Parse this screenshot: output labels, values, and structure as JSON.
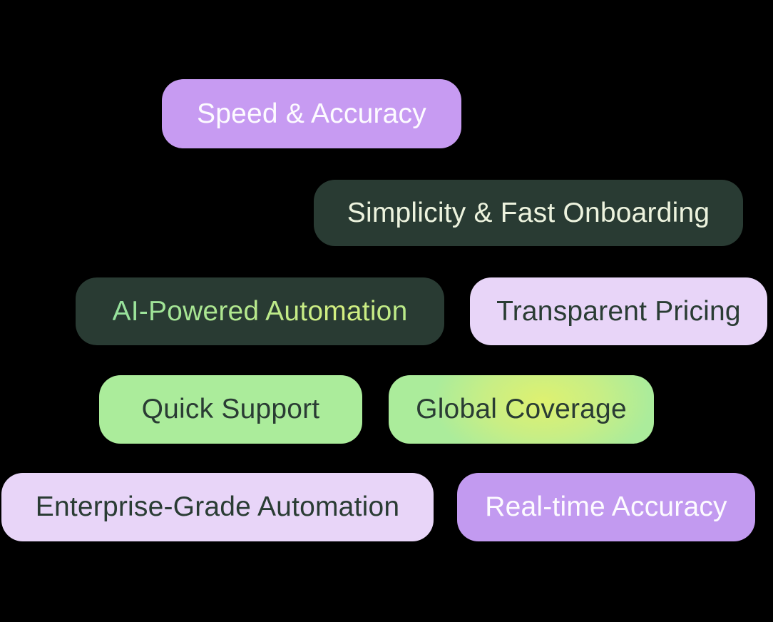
{
  "colors": {
    "background": "#000000",
    "purple": "#c79bf2",
    "purple_alt": "#c29af0",
    "purple_text": "#fdfbff",
    "dark_pill": "#293b33",
    "dark_pill_text": "#edf3de",
    "green_text_gradient_start": "#96e29d",
    "green_text_gradient_end": "#d4ee7f",
    "lavender": "#e8d5f8",
    "green": "#abec9b",
    "green_glow": "#def170",
    "dark_text": "#2a3c34"
  },
  "pills": [
    {
      "label": "Speed & Accuracy",
      "variant": "purple"
    },
    {
      "label": "Simplicity & Fast Onboarding",
      "variant": "dark"
    },
    {
      "label": "AI-Powered Automation",
      "variant": "dark-green-text"
    },
    {
      "label": "Transparent Pricing",
      "variant": "lavender"
    },
    {
      "label": "Quick Support",
      "variant": "green"
    },
    {
      "label": "Global Coverage",
      "variant": "green-glow"
    },
    {
      "label": "Enterprise-Grade Automation",
      "variant": "lavender"
    },
    {
      "label": "Real-time Accuracy",
      "variant": "purple"
    }
  ]
}
